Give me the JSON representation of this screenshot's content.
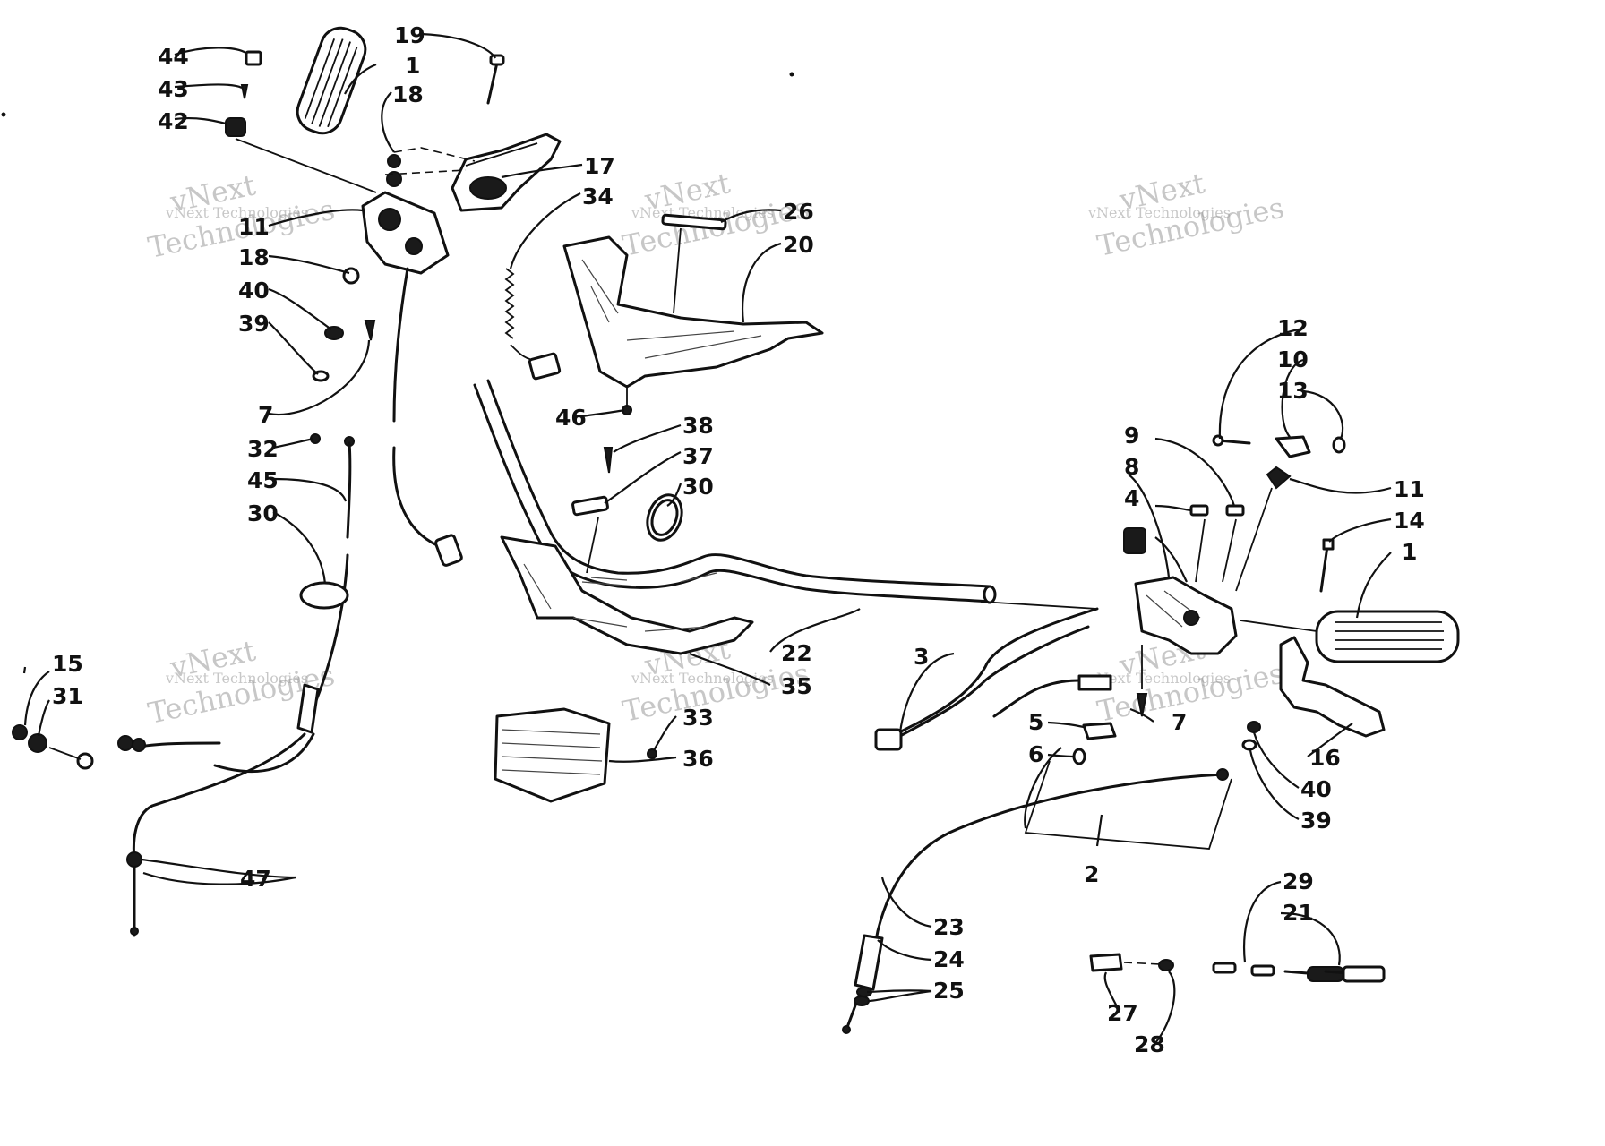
{
  "watermark": {
    "line1": "vNext",
    "line2": "Technologies",
    "small": "vNext Technologies"
  },
  "callouts": {
    "c1a": "1",
    "c1b": "1",
    "c2": "2",
    "c3": "3",
    "c4": "4",
    "c5": "5",
    "c6": "6",
    "c7a": "7",
    "c7b": "7",
    "c8": "8",
    "c9": "9",
    "c10": "10",
    "c11a": "11",
    "c11b": "11",
    "c12": "12",
    "c13": "13",
    "c14": "14",
    "c15": "15",
    "c16": "16",
    "c17": "17",
    "c18a": "18",
    "c18b": "18",
    "c19": "19",
    "c20": "20",
    "c21": "21",
    "c22": "22",
    "c23": "23",
    "c24": "24",
    "c25": "25",
    "c26": "26",
    "c27": "27",
    "c28": "28",
    "c29": "29",
    "c30a": "30",
    "c30b": "30",
    "c31": "31",
    "c32": "32",
    "c33": "33",
    "c34": "34",
    "c35": "35",
    "c36": "36",
    "c37": "37",
    "c38": "38",
    "c39a": "39",
    "c39b": "39",
    "c40a": "40",
    "c40b": "40",
    "c42": "42",
    "c43": "43",
    "c44": "44",
    "c45": "45",
    "c46": "46",
    "c47": "47"
  },
  "colors": {
    "ink": "#111111",
    "paper": "#ffffff",
    "watermark": "#9a9a9a"
  }
}
